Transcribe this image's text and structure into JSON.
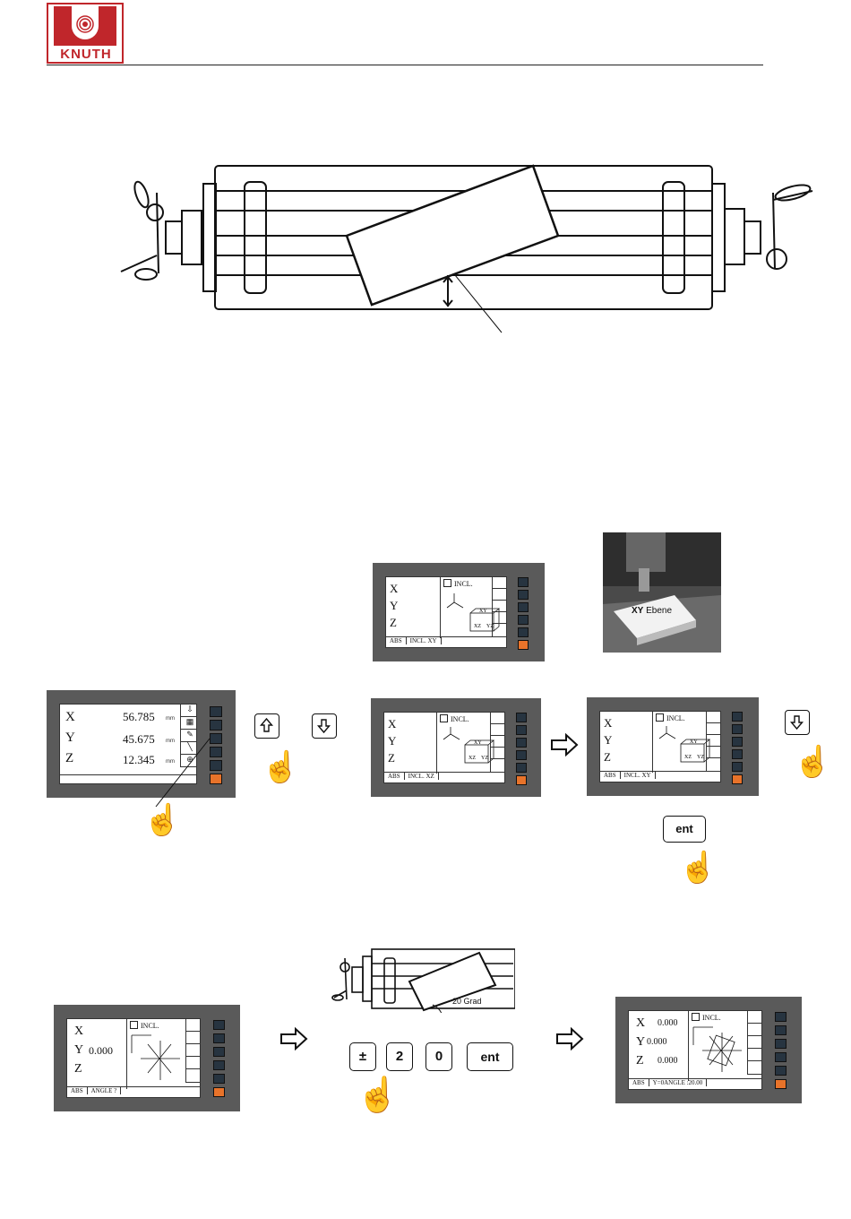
{
  "logo": {
    "text": "KNUTH"
  },
  "sketch_top": {},
  "screen_incl_xy_top": {
    "axes": [
      "X",
      "Y",
      "Z"
    ],
    "incl_label": "INCL.",
    "status": [
      "ABS",
      "INCL. XY"
    ]
  },
  "photo": {
    "label_bold": "XY",
    "label_rest": " Ebene"
  },
  "screen_main": {
    "axes": [
      "X",
      "Y",
      "Z"
    ],
    "values": [
      "56.785",
      "45.675",
      "12.345"
    ],
    "unit": "mm"
  },
  "screen_incl_xz": {
    "axes": [
      "X",
      "Y",
      "Z"
    ],
    "incl_label": "INCL.",
    "status": [
      "ABS",
      "INCL. XZ"
    ]
  },
  "screen_incl_xy_mid": {
    "axes": [
      "X",
      "Y",
      "Z"
    ],
    "incl_label": "INCL.",
    "status": [
      "ABS",
      "INCL. XY"
    ]
  },
  "keys": {
    "ent": "ent",
    "plusminus": "±",
    "two": "2",
    "zero": "0"
  },
  "screen_angle": {
    "axes": [
      "X",
      "Y",
      "Z"
    ],
    "y_value": "0.000",
    "incl_label": "INCL.",
    "status": [
      "ABS",
      "ANGLE ?"
    ]
  },
  "sketch_small": {
    "label": "20 Grad"
  },
  "screen_result": {
    "axes": [
      "X",
      "Y",
      "Z"
    ],
    "values": [
      "0.000",
      "0.000",
      "0.000"
    ],
    "incl_label": "INCL.",
    "status": [
      "ABS",
      "Y=0ANGLE :20.00"
    ]
  },
  "colors": {
    "panel": "#5a5a5a",
    "softkey": "#273440",
    "softkey_active": "#e8732a",
    "logo_red": "#c0262b"
  }
}
